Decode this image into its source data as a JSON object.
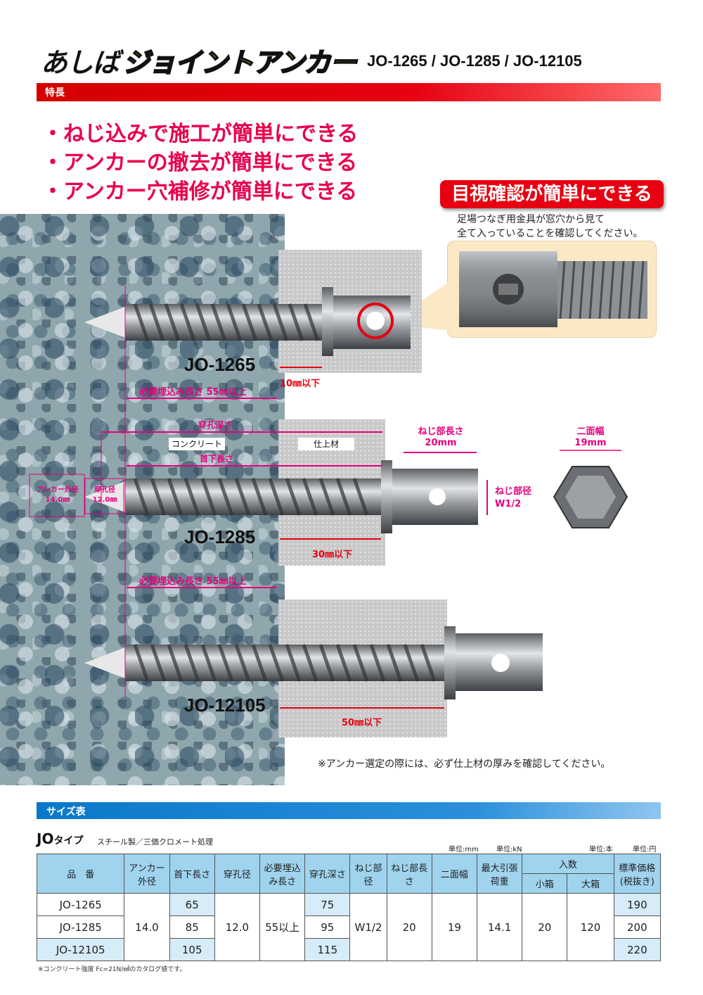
{
  "header": {
    "brand_main": "あしば",
    "brand_sub": "ジョイントアンカー",
    "models": "JO-1265 / JO-1285 / JO-12105"
  },
  "features": {
    "section_label": "特長",
    "items": [
      "・ねじ込みで施工が簡単にできる",
      "・アンカーの撤去が簡単にできる",
      "・アンカー穴補修が簡単にできる"
    ]
  },
  "callout": {
    "title": "目視確認が簡単にできる",
    "line1": "足場つなぎ用金具が窓穴から見て",
    "line2": "全て入っていることを確認してください。"
  },
  "diagram": {
    "model1": "JO-1265",
    "model2": "JO-1285",
    "model3": "JO-12105",
    "embed1": "必要埋込み長さ 55㎜以上",
    "embed2": "必要埋込み長さ 55㎜以上",
    "protrude1": "10㎜以下",
    "protrude2": "30㎜以下",
    "protrude3": "50㎜以下",
    "drill_depth": "穿孔深さ",
    "concrete": "コンクリート",
    "finish": "仕上材",
    "neck": "首下長さ",
    "anchor_od_label": "アンカー外径",
    "anchor_od_value": "14.0㎜",
    "hole_label": "穿孔径",
    "hole_value": "12.0㎜",
    "thread_len_label": "ねじ部長さ",
    "thread_len_value": "20mm",
    "thread_dia_label": "ねじ部径",
    "thread_dia_value": "W1/2",
    "across_label": "二面幅",
    "across_value": "19mm",
    "note": "※アンカー選定の際には、必ず仕上材の厚みを確認してください。"
  },
  "size_table": {
    "section_label": "サイズ表",
    "type_big": "JO",
    "type_small": "タイプ",
    "material": "スチール製／三価クロメート処理",
    "unit_mm": "単位:mm",
    "unit_kn": "単位:kN",
    "unit_pcs": "単位:本",
    "unit_yen": "単位:円",
    "headers": {
      "name": "品　番",
      "od": "アンカー外径",
      "neck": "首下長さ",
      "hole": "穿孔径",
      "embed": "必要埋込み長さ",
      "depth": "穿孔深さ",
      "thread_dia": "ねじ部径",
      "thread_len": "ねじ部長さ",
      "across": "二面幅",
      "load": "最大引張荷重",
      "qty": "入数",
      "small_box": "小箱",
      "large_box": "大箱",
      "price": "標準価格(税抜き)"
    },
    "rows": [
      {
        "name": "JO-1265",
        "neck": "65",
        "depth": "75",
        "price": "190"
      },
      {
        "name": "JO-1285",
        "neck": "85",
        "depth": "95",
        "price": "200"
      },
      {
        "name": "JO-12105",
        "neck": "105",
        "depth": "115",
        "price": "220"
      }
    ],
    "shared": {
      "od": "14.0",
      "hole": "12.0",
      "embed": "55以上",
      "thread_dia": "W1/2",
      "thread_len": "20",
      "across": "19",
      "load": "14.1",
      "small_box": "20",
      "large_box": "120"
    },
    "footnote": "※コンクリート強度 Fc=21N/㎟のカタログ値です。"
  },
  "colors": {
    "feature_red": "#e60012",
    "feature_text": "#e8004c",
    "dimension_pink": "#e6007e",
    "table_blue": "#0a78c8",
    "table_header": "#9fd3ee"
  }
}
